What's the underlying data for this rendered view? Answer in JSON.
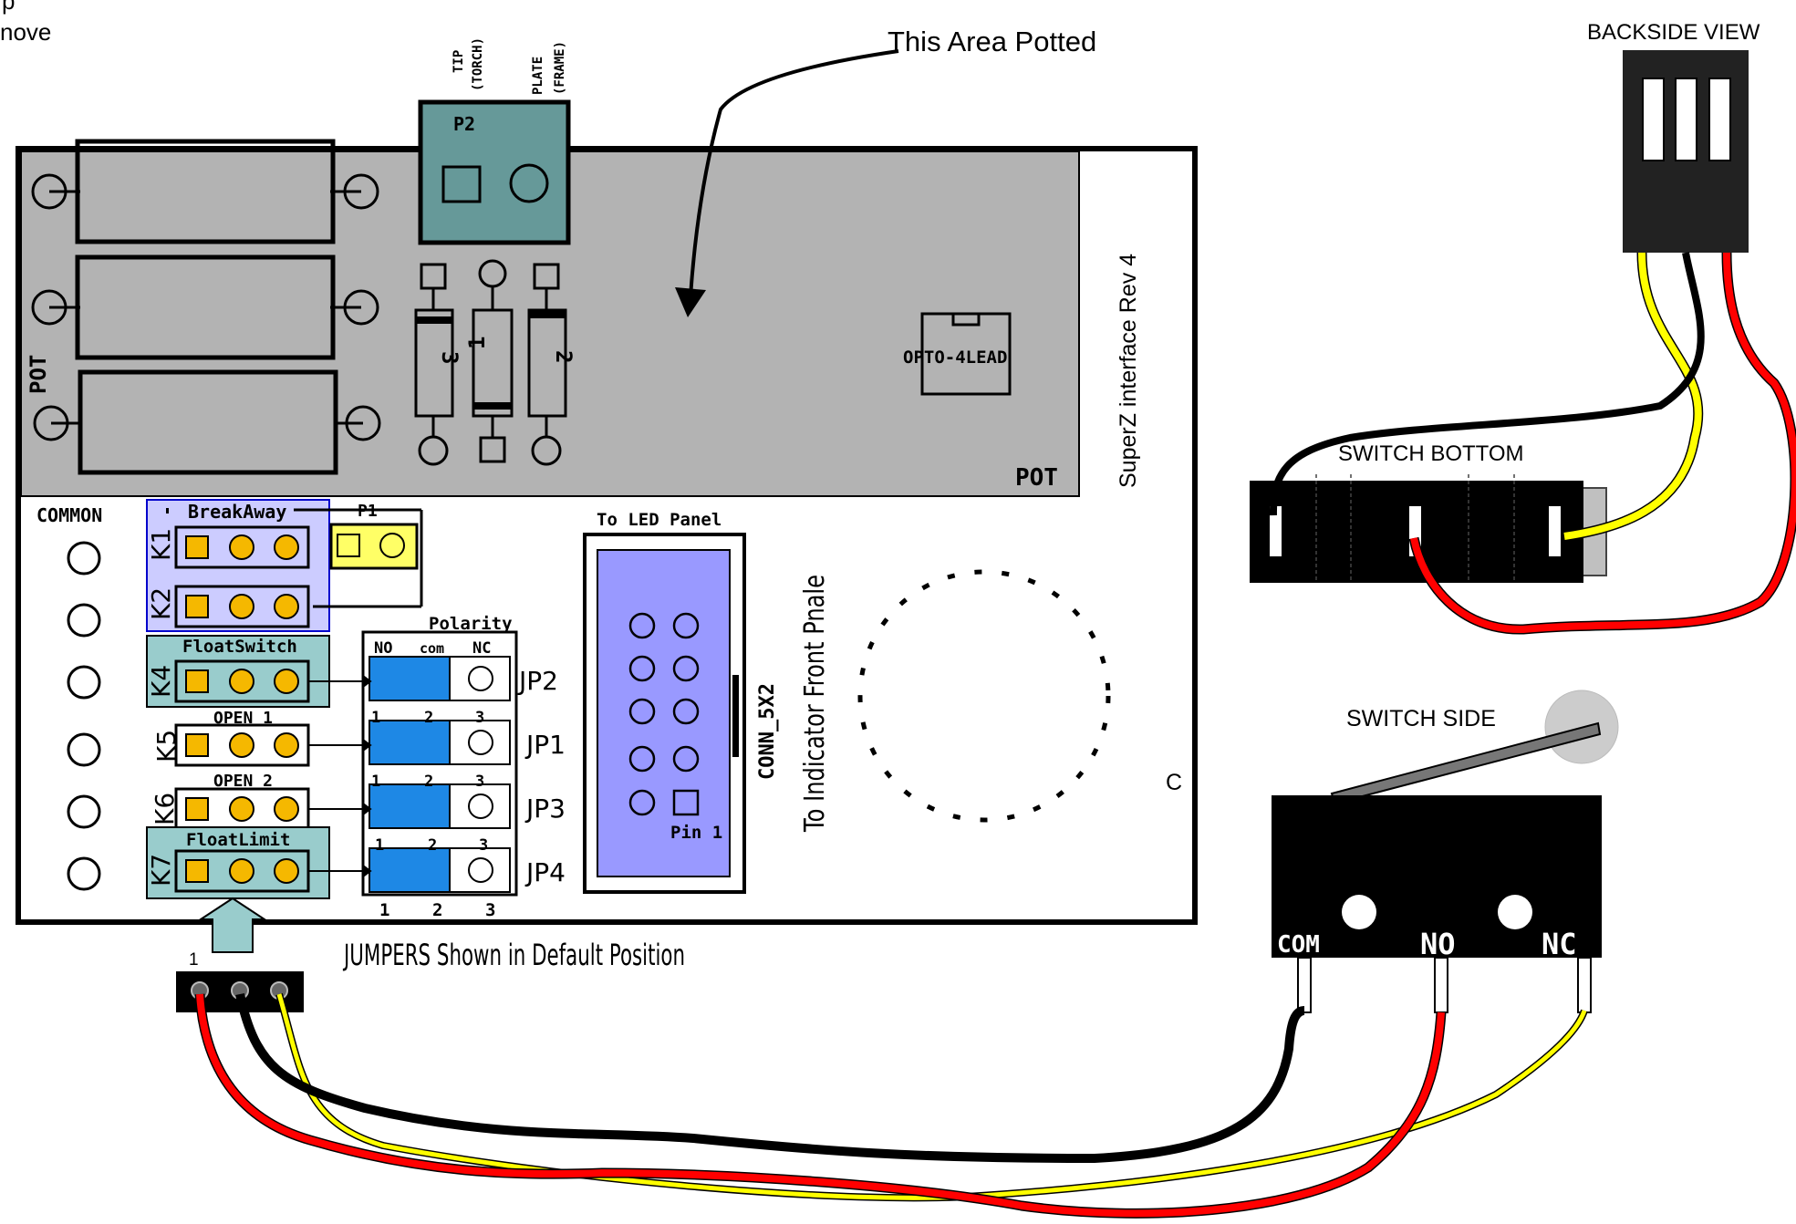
{
  "corner_note": {
    "line1": "p",
    "line2": "nove"
  },
  "potted_label": "This Area Potted",
  "p2": {
    "name": "P2",
    "tip_label": "TIP",
    "tip_sub": "(TORCH)",
    "plate_label": "PLATE",
    "plate_sub": "(FRAME)"
  },
  "diodes": [
    "3",
    "1",
    "2"
  ],
  "pot_label_left": "POT",
  "pot_label_right": "POT",
  "opto_label": "OPTO-4LEAD",
  "board_title": "SuperZ interface Rev 4",
  "common_label": "COMMON",
  "breakaway_label": "BreakAway",
  "p1_label": "P1",
  "relays": [
    "K1",
    "K2",
    "K4",
    "K5",
    "K6",
    "K7"
  ],
  "floatswitch_label": "FloatSwitch",
  "open1_label": "OPEN 1",
  "open2_label": "OPEN 2",
  "floatlimit_label": "FloatLimit",
  "polarity": {
    "title": "Polarity",
    "cols": [
      "NO",
      "com",
      "NC"
    ],
    "pins": [
      "1",
      "2",
      "3"
    ]
  },
  "jumpers": [
    "JP2",
    "JP1",
    "JP3",
    "JP4"
  ],
  "led_panel_label": "To LED Panel",
  "conn_label": "CONN_5X2",
  "conn_sub": "To Indicator Front Pnale",
  "pin1_label": "Pin 1",
  "c_label": "C",
  "jumpers_note": "JUMPERS Shown in Default Position",
  "header_pin_label": "1",
  "backside_label": "BACKSIDE VIEW",
  "switch_bottom_label": "SWITCH  BOTTOM",
  "switch_side_label": "SWITCH SIDE",
  "switch_terminals": [
    "COM",
    "NO",
    "NC"
  ],
  "colors": {
    "pot_gray": "#b3b3b3",
    "teal": "#669999",
    "blue_jumper": "#1e88e5",
    "led_conn": "#9999ff",
    "pin_orange": "#f5b800",
    "breakaway_fill": "#ccccff",
    "wire_red": "#ff0000",
    "wire_yellow": "#ffff00",
    "wire_black": "#000000"
  }
}
